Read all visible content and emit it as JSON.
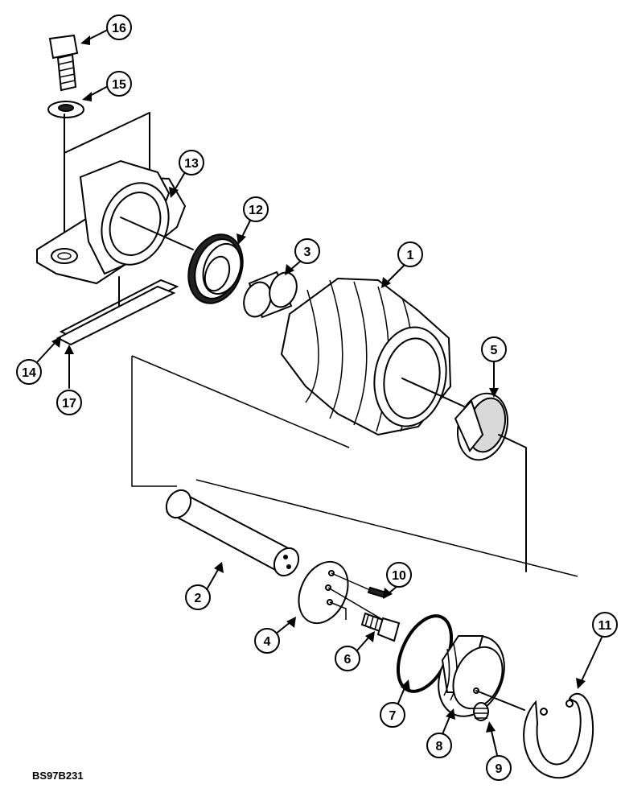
{
  "document_code": "BS97B231",
  "callouts": [
    {
      "label": "1"
    },
    {
      "label": "2"
    },
    {
      "label": "3"
    },
    {
      "label": "4"
    },
    {
      "label": "5"
    },
    {
      "label": "6"
    },
    {
      "label": "7"
    },
    {
      "label": "8"
    },
    {
      "label": "9"
    },
    {
      "label": "10"
    },
    {
      "label": "11"
    },
    {
      "label": "12"
    },
    {
      "label": "13"
    },
    {
      "label": "14"
    },
    {
      "label": "15"
    },
    {
      "label": "16"
    },
    {
      "label": "17"
    }
  ]
}
